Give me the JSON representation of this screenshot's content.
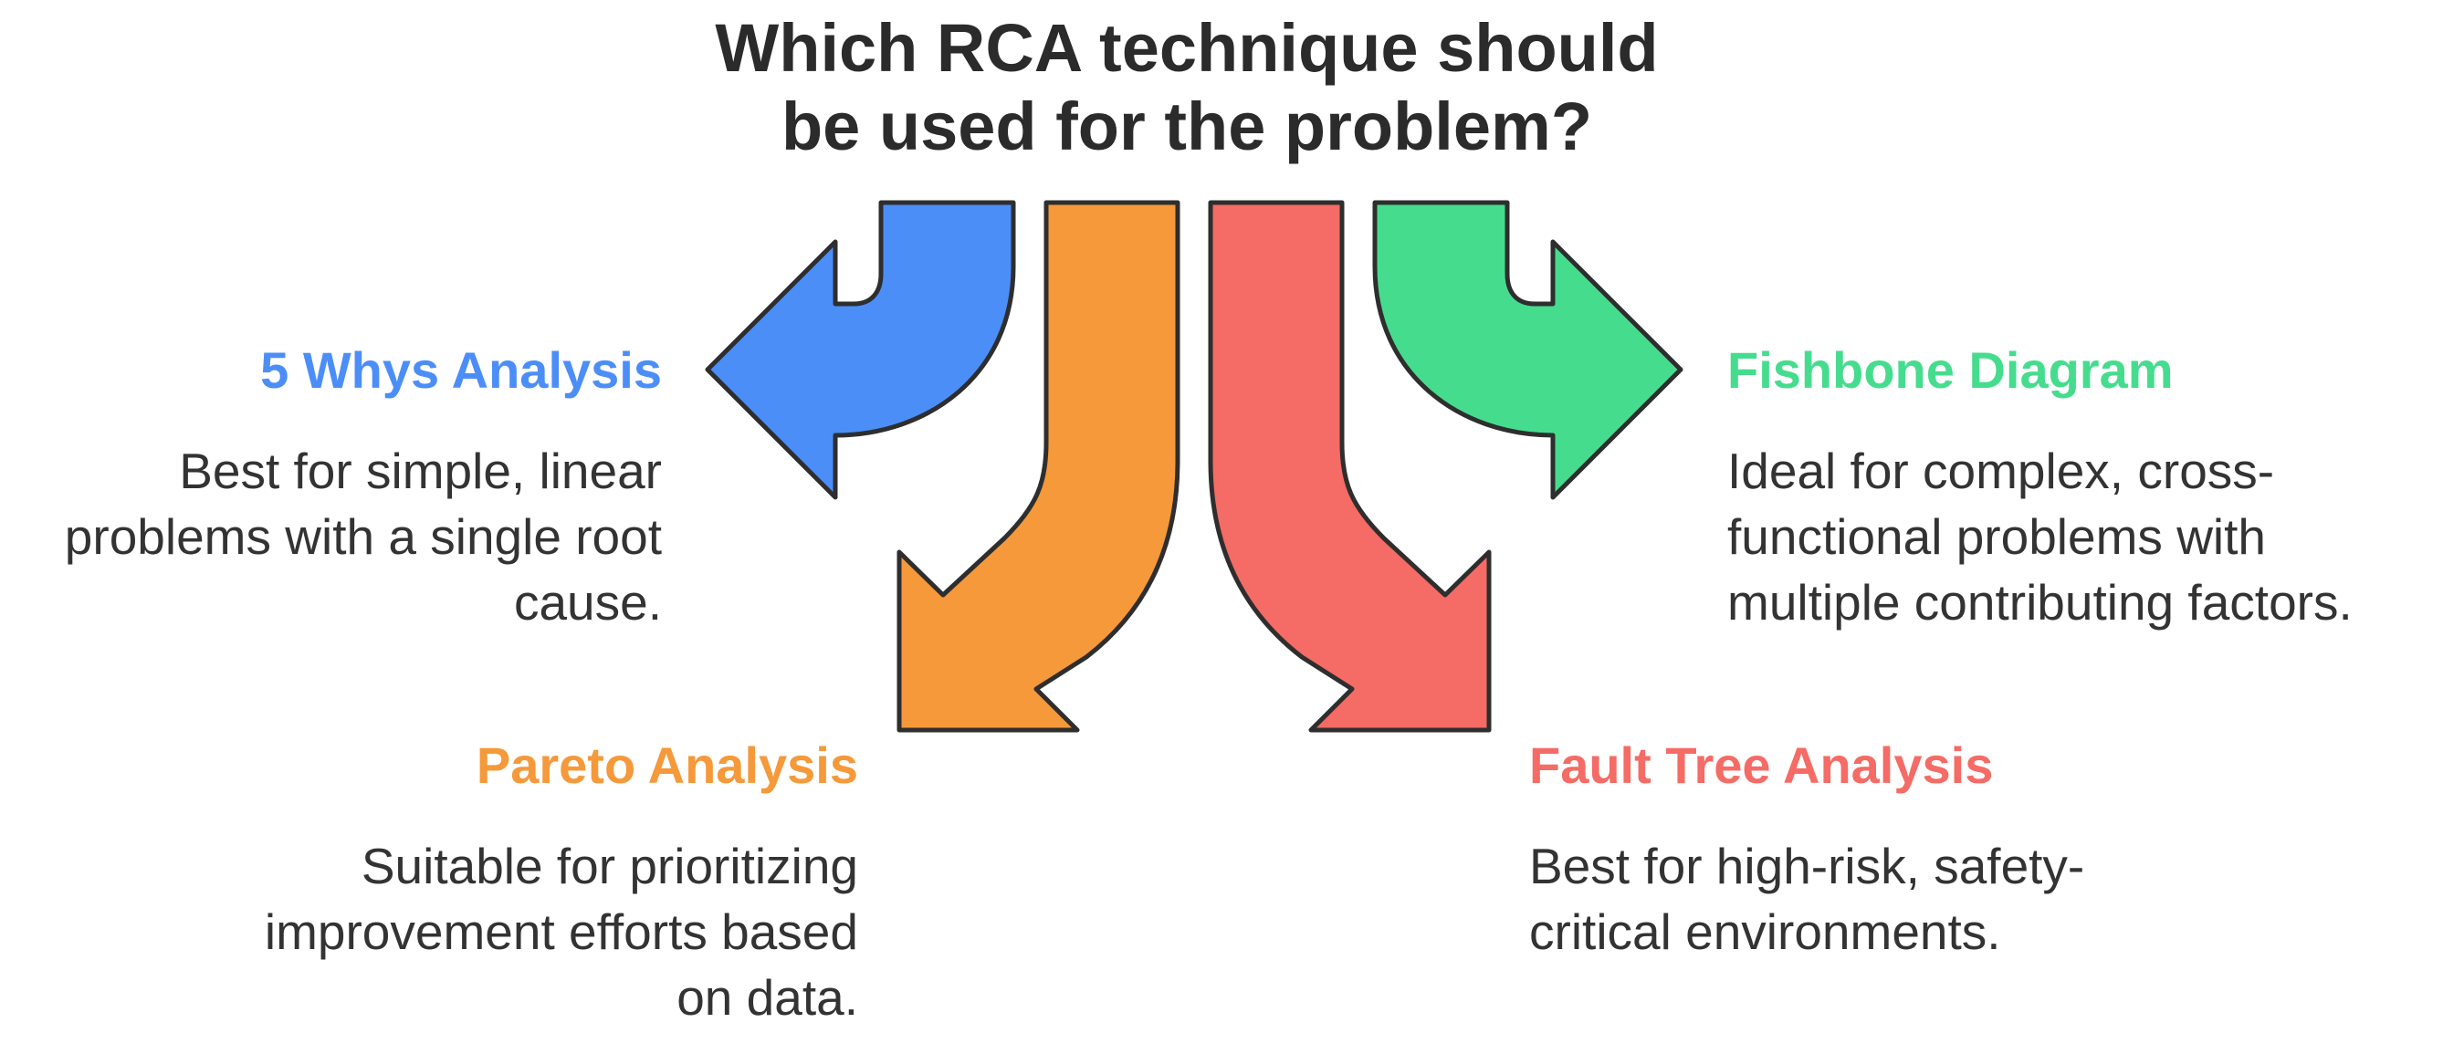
{
  "title": {
    "line1": "Which RCA technique should",
    "line2": "be used for the problem?"
  },
  "options": [
    {
      "id": "five-whys",
      "label": "5 Whys Analysis",
      "color": "#4c8ef7",
      "desc_lines": [
        "Best for simple, linear",
        "problems with a single root",
        "cause."
      ]
    },
    {
      "id": "pareto",
      "label": "Pareto Analysis",
      "color": "#f5993a",
      "desc_lines": [
        "Suitable for prioritizing",
        "improvement efforts based",
        "on data."
      ]
    },
    {
      "id": "fault-tree",
      "label": "Fault Tree Analysis",
      "color": "#f56b65",
      "desc_lines": [
        "Best for high-risk, safety-",
        "critical environments."
      ]
    },
    {
      "id": "fishbone",
      "label": "Fishbone Diagram",
      "color": "#46dc8e",
      "desc_lines": [
        "Ideal for complex, cross-",
        "functional problems with",
        "multiple contributing factors."
      ]
    }
  ]
}
